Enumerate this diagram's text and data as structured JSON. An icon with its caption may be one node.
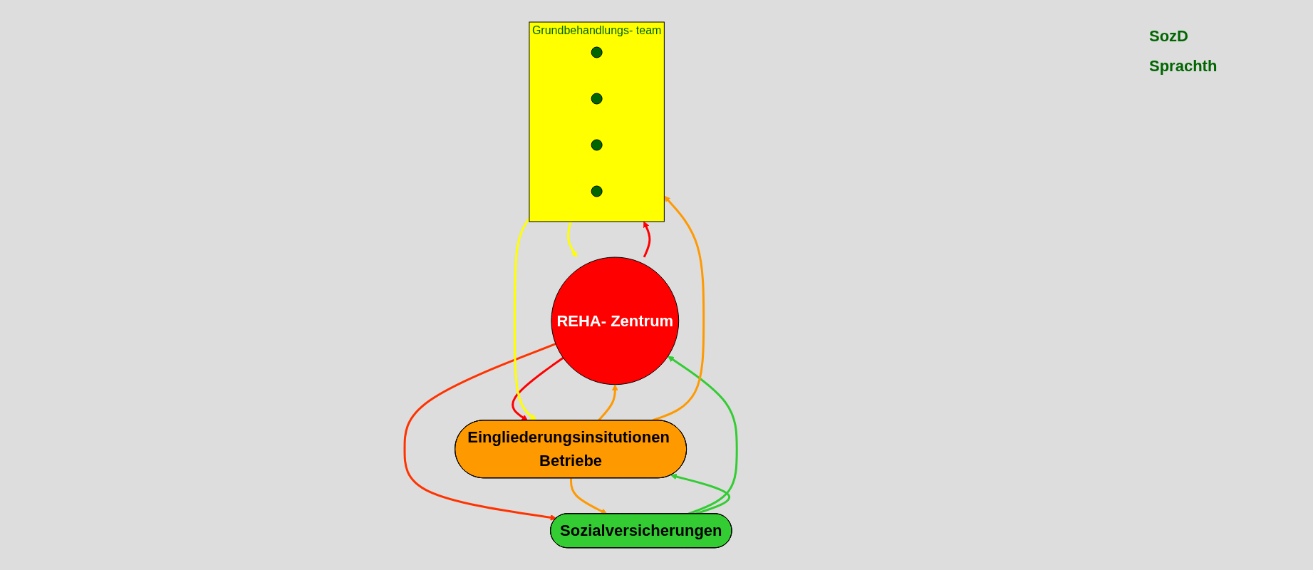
{
  "diagram": {
    "nodes": [
      {
        "text": [
          "REHA- Zentrum"
        ]
      },
      {
        "text": [
          "Grundbehandlungs- team"
        ]
      },
      {
        "text": [],
        "shape": "circle",
        "in": 1
      },
      {
        "text": [],
        "shape": "circle",
        "in": 1
      },
      {
        "text": [],
        "shape": "circle",
        "in": 1
      },
      {
        "text": [],
        "shape": "circle",
        "in": 1
      },
      {
        "text": [
          "Sozialversicherungen"
        ]
      },
      {
        "text": [
          "Eingliederungsinsitutionen Betriebe"
        ]
      }
    ],
    "edges": [
      {
        "from": 0,
        "to": 1,
        "arrow": "to",
        "color": "#ff0000"
      },
      {
        "from": 1,
        "to": 0,
        "arrow": "to",
        "color": "#ffff00"
      },
      {
        "from": 0,
        "to": 7,
        "arrow": "to",
        "color": "#ff0000"
      },
      {
        "from": 7,
        "to": 0,
        "arrow": "to",
        "color": "#ff9900"
      },
      {
        "from": 0,
        "to": 6,
        "arrow": "to",
        "color": "#ff3300"
      },
      {
        "from": 6,
        "to": 0,
        "arrow": "to",
        "color": "#33cc33"
      },
      {
        "from": 7,
        "to": 6,
        "arrow": "to",
        "color": "#ff9900"
      },
      {
        "from": 6,
        "to": 7,
        "arrow": "to",
        "color": "#33cc33"
      },
      {
        "from": 7,
        "to": 1,
        "arrow": "to",
        "color": "#ff9900"
      },
      {
        "from": 1,
        "to": 7,
        "arrow": "to",
        "color": "#ffff00"
      }
    ],
    "labels": [
      "SozD",
      "Sprachth"
    ]
  }
}
